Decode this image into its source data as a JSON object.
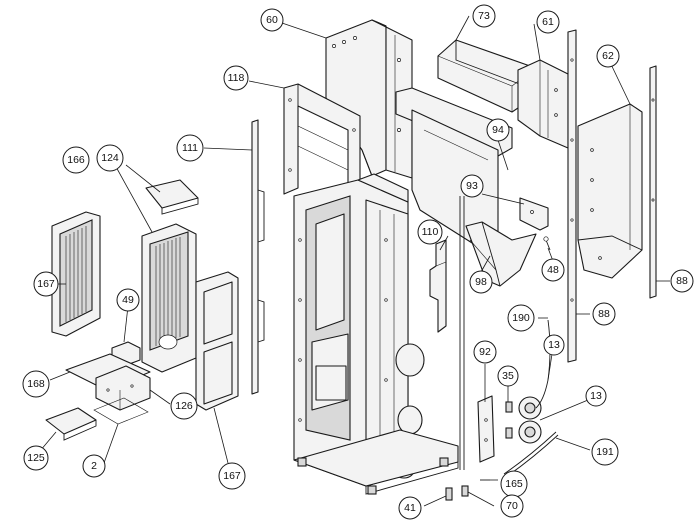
{
  "diagram": {
    "callouts": [
      {
        "id": "c60",
        "label": "60"
      },
      {
        "id": "c73",
        "label": "73"
      },
      {
        "id": "c61",
        "label": "61"
      },
      {
        "id": "c62",
        "label": "62"
      },
      {
        "id": "c118",
        "label": "118"
      },
      {
        "id": "c94",
        "label": "94"
      },
      {
        "id": "c111",
        "label": "111"
      },
      {
        "id": "c124",
        "label": "124"
      },
      {
        "id": "c166",
        "label": "166"
      },
      {
        "id": "c93",
        "label": "93"
      },
      {
        "id": "c110",
        "label": "110"
      },
      {
        "id": "c48",
        "label": "48"
      },
      {
        "id": "c167a",
        "label": "167"
      },
      {
        "id": "c98",
        "label": "98"
      },
      {
        "id": "c88a",
        "label": "88"
      },
      {
        "id": "c49",
        "label": "49"
      },
      {
        "id": "c190",
        "label": "190"
      },
      {
        "id": "c88b",
        "label": "88"
      },
      {
        "id": "c13a",
        "label": "13"
      },
      {
        "id": "c92",
        "label": "92"
      },
      {
        "id": "c35",
        "label": "35"
      },
      {
        "id": "c168",
        "label": "168"
      },
      {
        "id": "c13b",
        "label": "13"
      },
      {
        "id": "c126",
        "label": "126"
      },
      {
        "id": "c167b",
        "label": "167"
      },
      {
        "id": "c125",
        "label": "125"
      },
      {
        "id": "c191",
        "label": "191"
      },
      {
        "id": "c2",
        "label": "2"
      },
      {
        "id": "c165",
        "label": "165"
      },
      {
        "id": "c41",
        "label": "41"
      },
      {
        "id": "c70",
        "label": "70"
      }
    ]
  }
}
